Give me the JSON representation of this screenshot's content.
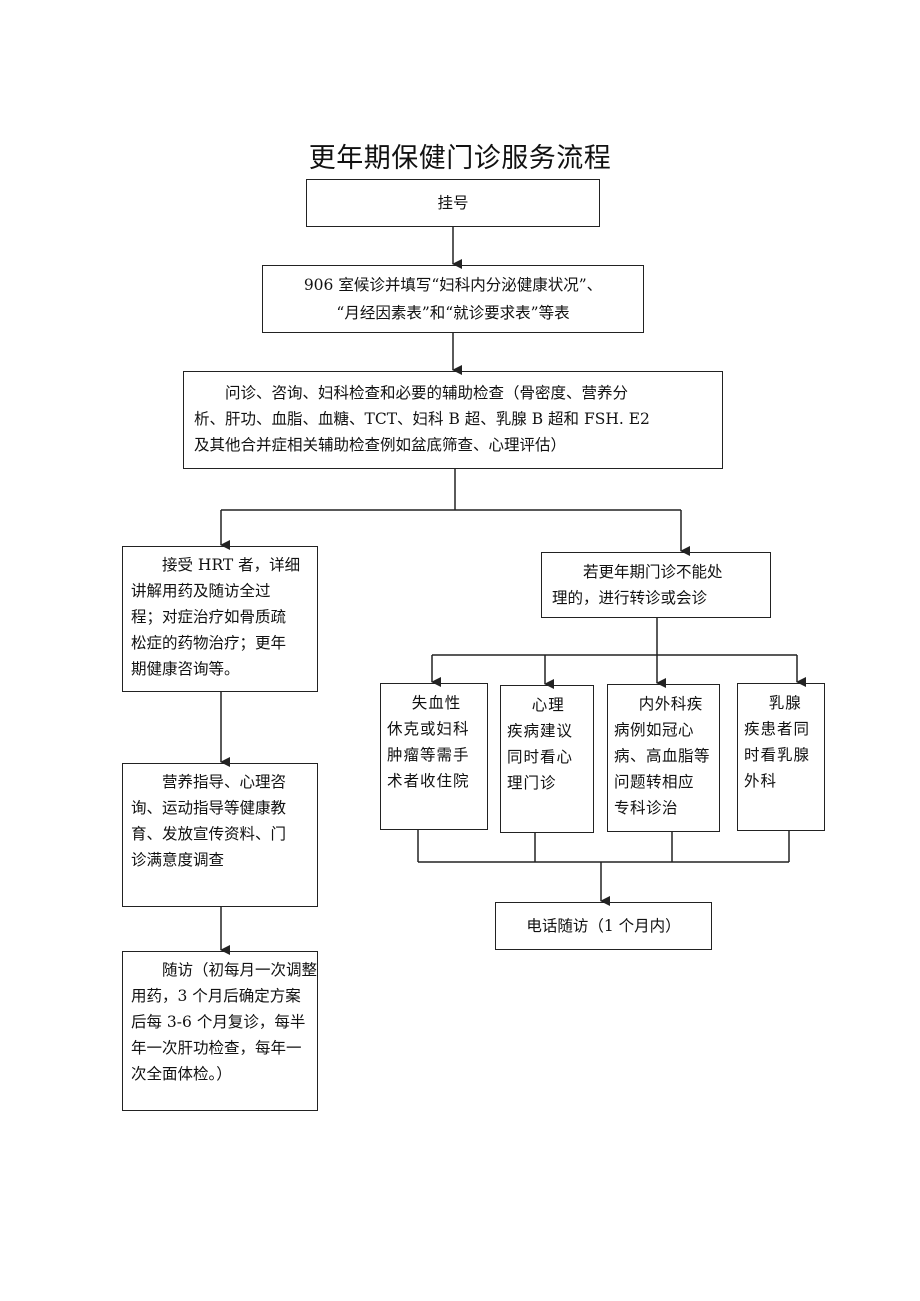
{
  "title": "更年期保健门诊服务流程",
  "steps": {
    "register": "挂号",
    "waiting_line1": "906 室候诊并填写“妇科内分泌健康状况”、",
    "waiting_line2": "“月经因素表”和“就诊要求表”等表",
    "exam_line1": "问诊、咨询、妇科检查和必要的辅助检查（骨密度、营养分",
    "exam_line2": "析、肝功、血脂、血糖、TCT、妇科 B 超、乳腺 B 超和 FSH. E2",
    "exam_line3": "及其他合并症相关辅助检查例如盆底筛查、心理评估）"
  },
  "left_branch": {
    "hrt_line1": "接受 HRT 者，详细",
    "hrt_line2": "讲解用药及随访全过",
    "hrt_line3": "程；对症治疗如骨质疏",
    "hrt_line4": "松症的药物治疗；更年",
    "hrt_line5": "期健康咨询等。",
    "guidance_line1": "营养指导、心理咨",
    "guidance_line2": "询、运动指导等健康教",
    "guidance_line3": "育、发放宣传资料、门",
    "guidance_line4": "诊满意度调查",
    "followup_line1": "随访（初每月一次调整",
    "followup_line2": "用药，3 个月后确定方案",
    "followup_line3": "后每 3-6 个月复诊，每半",
    "followup_line4": "年一次肝功检查，每年一",
    "followup_line5": "次全面体检。）"
  },
  "right_branch": {
    "referral_line1": "若更年期门诊不能处",
    "referral_line2": "理的，进行转诊或会诊",
    "sub1_line1": "失血性",
    "sub1_line2": "休克或妇科",
    "sub1_line3": "肿瘤等需手",
    "sub1_line4": "术者收住院",
    "sub2_line1": "心理",
    "sub2_line2": "疾病建议",
    "sub2_line3": "同时看心",
    "sub2_line4": "理门诊",
    "sub3_line1": "内外科疾",
    "sub3_line2": "病例如冠心",
    "sub3_line3": "病、高血脂等",
    "sub3_line4": "问题转相应",
    "sub3_line5": "专科诊治",
    "sub4_line1": "乳腺",
    "sub4_line2": "疾患者同",
    "sub4_line3": "时看乳腺",
    "sub4_line4": "外科",
    "phone_followup": "电话随访（1 个月内）"
  }
}
